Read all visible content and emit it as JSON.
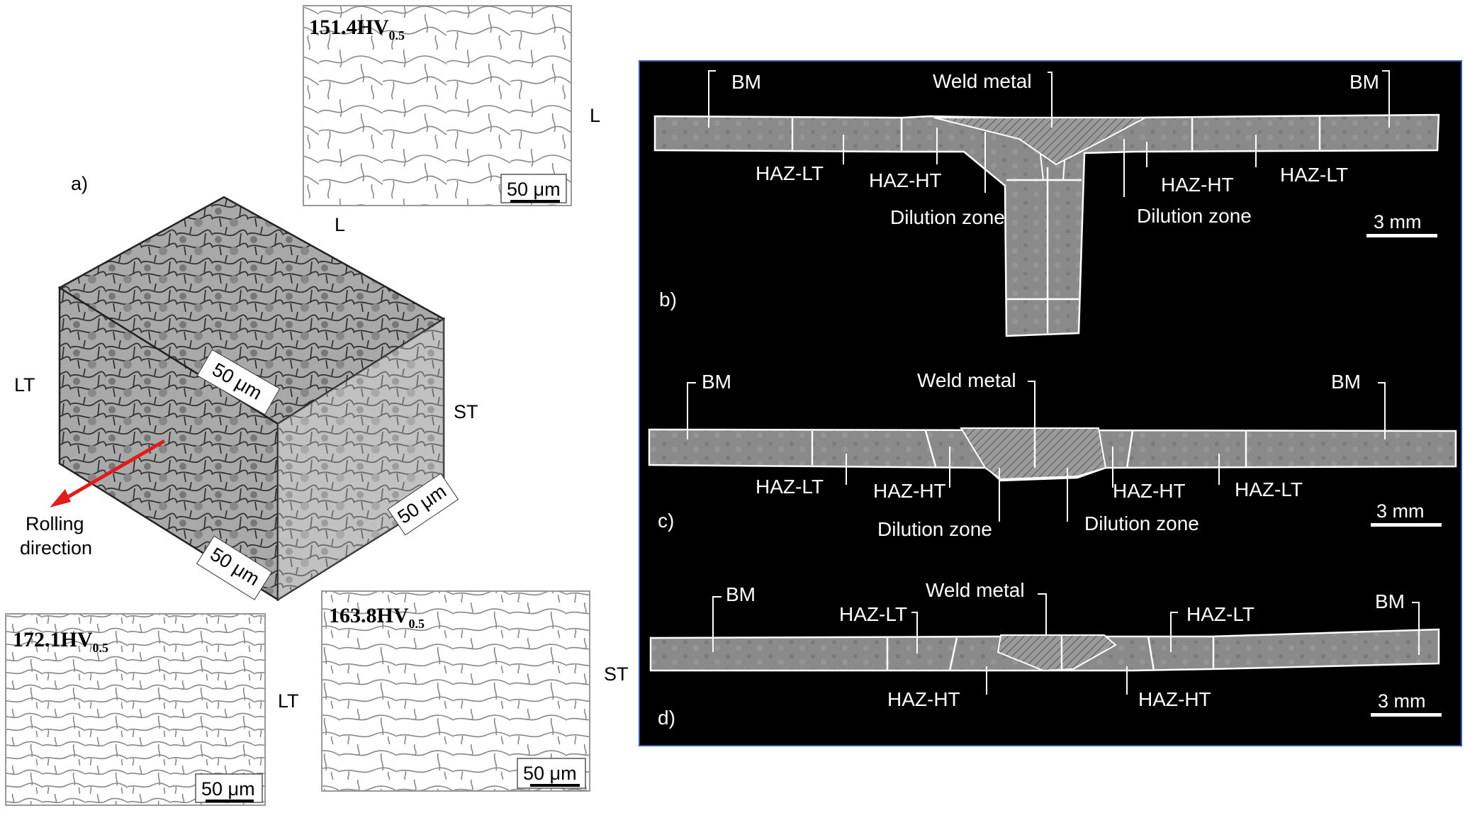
{
  "panel_a": {
    "label": "a)",
    "top_micrograph": {
      "hardness": "151.4HV",
      "hardness_sub": "0.5",
      "scale_bar": "50 μm",
      "side_label": "L",
      "bottom_label": "L"
    },
    "left_micrograph": {
      "hardness": "172.1HV",
      "hardness_sub": "0.5",
      "scale_bar": "50 μm",
      "side_label": "LT"
    },
    "right_micrograph": {
      "hardness": "163.8HV",
      "hardness_sub": "0.5",
      "scale_bar": "50 μm",
      "side_label": "ST"
    },
    "cube": {
      "face_left_label": "LT",
      "face_right_label": "ST",
      "top_scale": "50 μm",
      "front_scale": "50 μm",
      "side_scale": "50 μm",
      "rolling_line1": "Rolling",
      "rolling_line2": "direction",
      "arrow_color": "#e21b1b"
    }
  },
  "panel_b": {
    "label": "b)",
    "scale_bar": "3 mm",
    "bm_left": "BM",
    "bm_right": "BM",
    "weld_metal": "Weld metal",
    "haz_lt_left": "HAZ-LT",
    "haz_ht_left": "HAZ-HT",
    "haz_ht_right": "HAZ-HT",
    "haz_lt_right": "HAZ-LT",
    "dilution_left": "Dilution zone",
    "dilution_right": "Dilution zone"
  },
  "panel_c": {
    "label": "c)",
    "scale_bar": "3 mm",
    "bm_left": "BM",
    "bm_right": "BM",
    "weld_metal": "Weld metal",
    "haz_lt_left": "HAZ-LT",
    "haz_ht_left": "HAZ-HT",
    "haz_ht_right": "HAZ-HT",
    "haz_lt_right": "HAZ-LT",
    "dilution_left": "Dilution zone",
    "dilution_right": "Dilution zone"
  },
  "panel_d": {
    "label": "d)",
    "scale_bar": "3 mm",
    "bm_left": "BM",
    "bm_right": "BM",
    "weld_metal": "Weld metal",
    "haz_lt_left": "HAZ-LT",
    "haz_lt_right": "HAZ-LT",
    "haz_ht_left": "HAZ-HT",
    "haz_ht_right": "HAZ-HT"
  }
}
